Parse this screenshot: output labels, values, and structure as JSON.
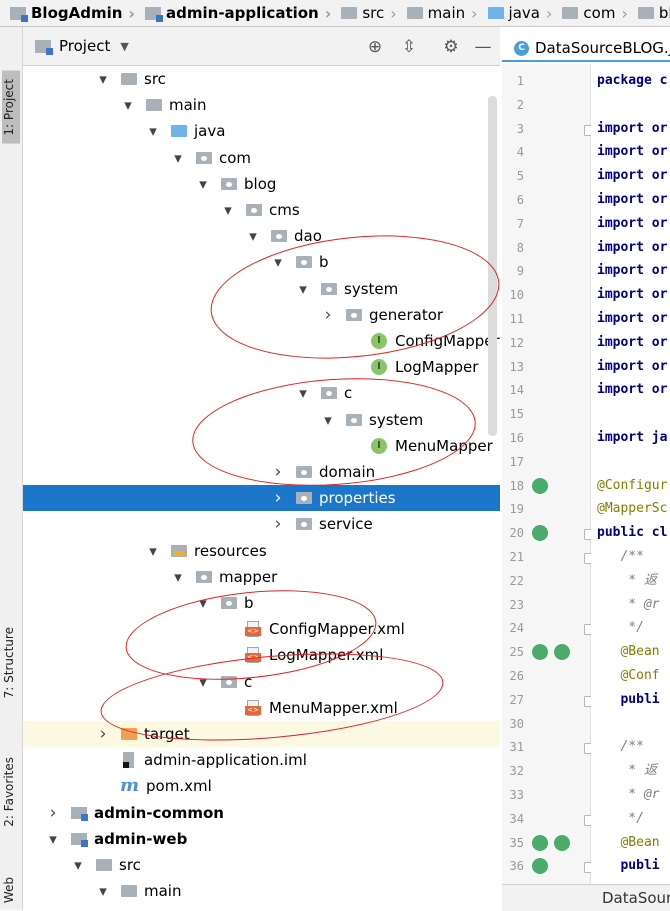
{
  "breadcrumb": [
    {
      "label": "BlogAdmin",
      "bold": true,
      "icon": "module-icon"
    },
    {
      "label": "admin-application",
      "bold": true,
      "icon": "module-icon"
    },
    {
      "label": "src",
      "icon": "folder-icon"
    },
    {
      "label": "main",
      "icon": "folder-icon"
    },
    {
      "label": "java",
      "icon": "source-folder-icon"
    },
    {
      "label": "com",
      "icon": "package-icon"
    },
    {
      "label": "blog",
      "icon": "package-icon"
    }
  ],
  "left_strip": {
    "project_tab": "1: Project",
    "structure_tab": "7: Structure",
    "favorites_tab": "2: Favorites",
    "web_tab": "Web"
  },
  "panel": {
    "title": "Project",
    "buttons": [
      "locate-icon",
      "collapse-all-icon",
      "gear-icon",
      "hide-icon"
    ]
  },
  "tree": [
    {
      "label": "src",
      "icon": "folder",
      "expanded": true
    },
    {
      "label": "main",
      "icon": "folder",
      "expanded": true
    },
    {
      "label": "java",
      "icon": "src",
      "expanded": true
    },
    {
      "label": "com",
      "icon": "pkg",
      "expanded": true
    },
    {
      "label": "blog",
      "icon": "pkg",
      "expanded": true
    },
    {
      "label": "cms",
      "icon": "pkg",
      "expanded": true
    },
    {
      "label": "dao",
      "icon": "pkg",
      "expanded": true
    },
    {
      "label": "b",
      "icon": "pkg",
      "expanded": true
    },
    {
      "label": "system",
      "icon": "pkg",
      "expanded": true
    },
    {
      "label": "generator",
      "icon": "pkg",
      "expanded": false
    },
    {
      "label": "ConfigMapper",
      "icon": "iface"
    },
    {
      "label": "LogMapper",
      "icon": "iface"
    },
    {
      "label": "c",
      "icon": "pkg",
      "expanded": true
    },
    {
      "label": "system",
      "icon": "pkg",
      "expanded": true
    },
    {
      "label": "MenuMapper",
      "icon": "iface"
    },
    {
      "label": "domain",
      "icon": "pkg",
      "expanded": false
    },
    {
      "label": "properties",
      "icon": "pkg",
      "expanded": false,
      "selected": true
    },
    {
      "label": "service",
      "icon": "pkg",
      "expanded": false
    },
    {
      "label": "resources",
      "icon": "res",
      "expanded": true
    },
    {
      "label": "mapper",
      "icon": "pkg",
      "expanded": true
    },
    {
      "label": "b",
      "icon": "pkg",
      "expanded": true
    },
    {
      "label": "ConfigMapper.xml",
      "icon": "xml"
    },
    {
      "label": "LogMapper.xml",
      "icon": "xml"
    },
    {
      "label": "c",
      "icon": "pkg",
      "expanded": true
    },
    {
      "label": "MenuMapper.xml",
      "icon": "xml"
    },
    {
      "label": "target",
      "icon": "orange",
      "expanded": false,
      "excluded": true
    },
    {
      "label": "admin-application.iml",
      "icon": "iml"
    },
    {
      "label": "pom.xml",
      "icon": "maven"
    },
    {
      "label": "admin-common",
      "icon": "mod",
      "expanded": false,
      "bold": true
    },
    {
      "label": "admin-web",
      "icon": "mod",
      "expanded": true,
      "bold": true
    },
    {
      "label": "src",
      "icon": "folder",
      "expanded": true
    },
    {
      "label": "main",
      "icon": "folder",
      "expanded": true
    }
  ],
  "editor": {
    "tab_label": "DataSourceBLOG.ja",
    "footer_label": "DataSourc",
    "lines": [
      {
        "n": "1",
        "text": "package c",
        "kind": "kw1"
      },
      {
        "n": "2",
        "text": ""
      },
      {
        "n": "3",
        "text": "import or",
        "kind": "kw1"
      },
      {
        "n": "4",
        "text": "import or",
        "kind": "kw1"
      },
      {
        "n": "5",
        "text": "import or",
        "kind": "kw1"
      },
      {
        "n": "6",
        "text": "import or",
        "kind": "kw1"
      },
      {
        "n": "7",
        "text": "import or",
        "kind": "kw1"
      },
      {
        "n": "8",
        "text": "import or",
        "kind": "kw1"
      },
      {
        "n": "9",
        "text": "import or",
        "kind": "kw1"
      },
      {
        "n": "10",
        "text": "import or",
        "kind": "kw1"
      },
      {
        "n": "11",
        "text": "import or",
        "kind": "kw1"
      },
      {
        "n": "12",
        "text": "import or",
        "kind": "kw1"
      },
      {
        "n": "13",
        "text": "import or",
        "kind": "kw1"
      },
      {
        "n": "14",
        "text": "import or",
        "kind": "kw1"
      },
      {
        "n": "15",
        "text": ""
      },
      {
        "n": "16",
        "text": "import ja",
        "kind": "kw1"
      },
      {
        "n": "17",
        "text": ""
      },
      {
        "n": "18",
        "text": "@Configur",
        "kind": "ann"
      },
      {
        "n": "19",
        "text": "@MapperSc",
        "kind": "ann"
      },
      {
        "n": "20",
        "text": "public cl",
        "kind": "kw2"
      },
      {
        "n": "21",
        "text": "   /**",
        "kind": "cm"
      },
      {
        "n": "22",
        "text": "    * 返",
        "kind": "cm"
      },
      {
        "n": "23",
        "text": "    * @r",
        "kind": "cm"
      },
      {
        "n": "24",
        "text": "    */",
        "kind": "cm"
      },
      {
        "n": "25",
        "text": "   @Bean",
        "kind": "ann"
      },
      {
        "n": "26",
        "text": "   @Conf",
        "kind": "ann"
      },
      {
        "n": "27",
        "text": "   publi",
        "kind": "kw2"
      },
      {
        "n": "30",
        "text": ""
      },
      {
        "n": "31",
        "text": "   /**",
        "kind": "cm"
      },
      {
        "n": "32",
        "text": "    * 返",
        "kind": "cm"
      },
      {
        "n": "33",
        "text": "    * @r",
        "kind": "cm"
      },
      {
        "n": "34",
        "text": "    */",
        "kind": "cm"
      },
      {
        "n": "35",
        "text": "   @Bean",
        "kind": "ann"
      },
      {
        "n": "36",
        "text": "   publi",
        "kind": "kw2"
      }
    ]
  },
  "colors": {
    "selection": "#1c76c9",
    "annotation_red": "#e02020",
    "keyword": "#000080",
    "annotation_code": "#808000"
  }
}
